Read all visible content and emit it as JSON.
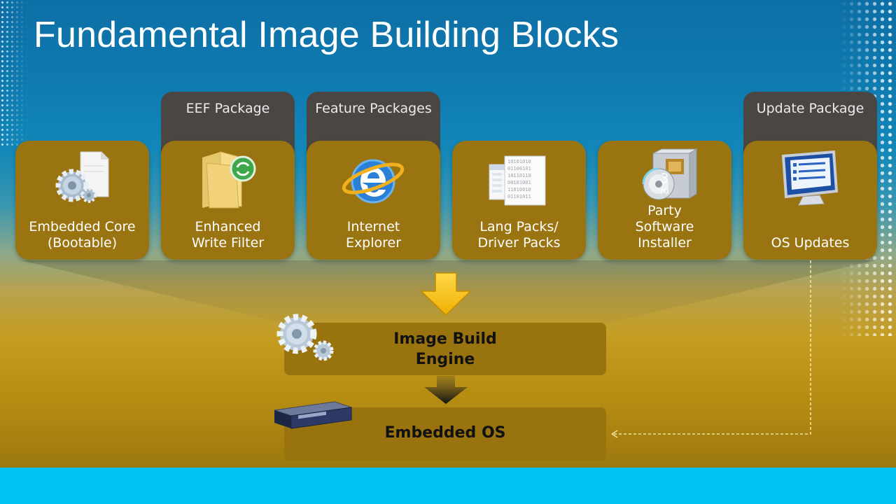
{
  "slide": {
    "title": "Fundamental Image Building Blocks"
  },
  "tabs": [
    {
      "label": "EEF Package"
    },
    {
      "label": "Feature Packages"
    },
    {
      "label": "Update Package"
    }
  ],
  "cards": [
    {
      "line1": "Embedded Core",
      "line2": "(Bootable)",
      "icon": "gear-document-icon"
    },
    {
      "line1": "Enhanced",
      "line2": "Write Filter",
      "icon": "folder-refresh-icon"
    },
    {
      "line1": "Internet",
      "line2": "Explorer",
      "icon": "internet-explorer-icon"
    },
    {
      "line1": "Lang Packs/",
      "line2": "Driver Packs",
      "icon": "binary-documents-icon"
    },
    {
      "line1_main": "3",
      "line1_sup": "rd",
      "line1_rest": " Party",
      "line2": "Software",
      "line3": "Installer",
      "icon": "software-installer-icon"
    },
    {
      "line1": "OS Updates",
      "icon": "monitor-checklist-icon"
    }
  ],
  "engine": {
    "line1": "Image Build",
    "line2": "Engine",
    "icon": "gears-icon"
  },
  "output": {
    "label": "Embedded OS",
    "icon": "device-icon"
  },
  "colors": {
    "card": "#9a7410",
    "tab": "#4a4644",
    "arrow_yellow": "#f7c000",
    "bottom_bar": "#00c3f2",
    "dashed_line": "#f3e3a0"
  }
}
